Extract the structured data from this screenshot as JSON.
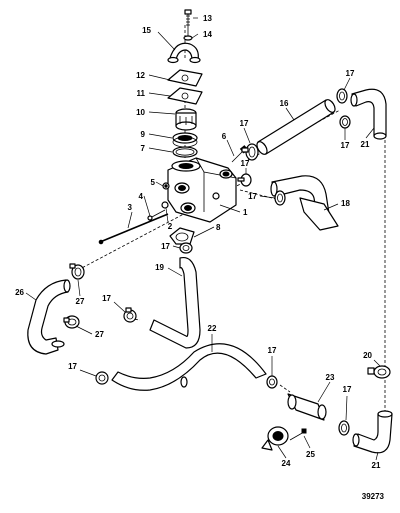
{
  "figure": {
    "id": "39273"
  },
  "callouts": [
    "1",
    "2",
    "3",
    "4",
    "5",
    "6",
    "7",
    "8",
    "9",
    "10",
    "11",
    "12",
    "13",
    "14",
    "15",
    "16",
    "17",
    "18",
    "19",
    "20",
    "21",
    "22",
    "23",
    "24",
    "25",
    "26",
    "27"
  ],
  "colors": {
    "ink": "#000000",
    "paper": "#ffffff"
  }
}
